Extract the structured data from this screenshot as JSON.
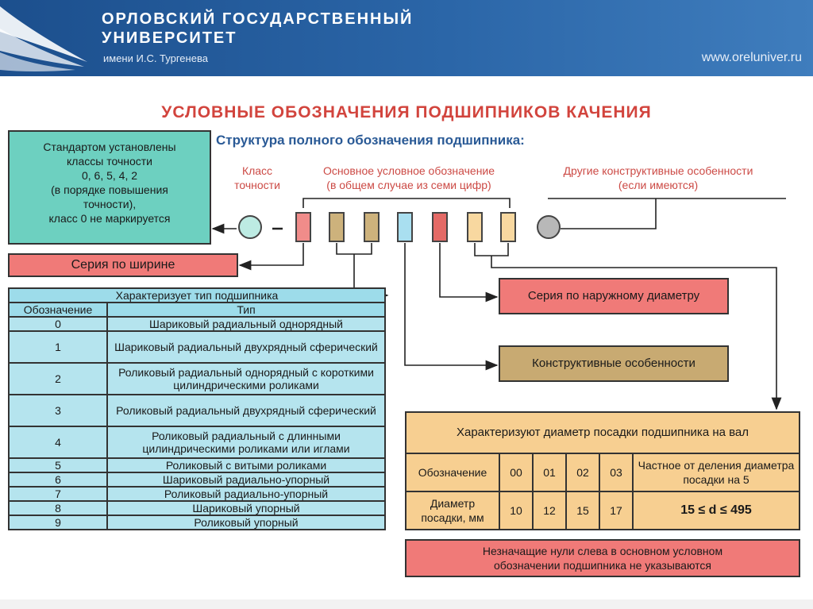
{
  "header": {
    "univ_line1": "ОРЛОВСКИЙ ГОСУДАРСТВЕННЫЙ",
    "univ_line2": "УНИВЕРСИТЕТ",
    "univ_sub": "имени И.С. Тургенева",
    "site": "www.oreluniver.ru",
    "logo_icon": "wing-logo-icon"
  },
  "title": "УСЛОВНЫЕ ОБОЗНАЧЕНИЯ ПОДШИПНИКОВ КАЧЕНИЯ",
  "subtitle": "Структура полного обозначения подшипника:",
  "standard_box": [
    "Стандартом установлены",
    "классы точности",
    "0, 6, 5, 4, 2",
    "(в порядке повышения",
    "точности),",
    "класс 0 не маркируется"
  ],
  "labels": {
    "klass": [
      "Класс",
      "точности"
    ],
    "osnovnoe": [
      "Основное условное обозначение",
      "(в общем случае из семи цифр)"
    ],
    "drugie": [
      "Другие конструктивные особенности",
      "(если имеются)"
    ]
  },
  "seriya_shirina": "Серия по ширине",
  "seriya_naruzh": "Серия по наружному диаметру",
  "konstr": "Конструктивные особенности",
  "type_table": {
    "caption": "Характеризует тип подшипника",
    "headers": [
      "Обозначение",
      "Тип"
    ],
    "rows": [
      [
        "0",
        "Шариковый радиальный однорядный"
      ],
      [
        "1",
        "Шариковый радиальный двухрядный сферический"
      ],
      [
        "2",
        "Роликовый радиальный однорядный с короткими цилиндрическими роликами"
      ],
      [
        "3",
        "Роликовый радиальный двухрядный сферический"
      ],
      [
        "4",
        "Роликовый радиальный с длинными цилиндрическими роликами или иглами"
      ],
      [
        "5",
        "Роликовый с витыми роликами"
      ],
      [
        "6",
        "Шариковый радиально-упорный"
      ],
      [
        "7",
        "Роликовый радиально-упорный"
      ],
      [
        "8",
        "Шариковый упорный"
      ],
      [
        "9",
        "Роликовый упорный"
      ]
    ]
  },
  "seat_table": {
    "caption": "Характеризуют диаметр посадки подшипника на вал",
    "row1": [
      "Обозначение",
      "00",
      "01",
      "02",
      "03",
      "Частное от деления диаметра посадки на 5"
    ],
    "row2": [
      "Диаметр посадки, мм",
      "10",
      "12",
      "15",
      "17",
      "15 ≤ d ≤ 495"
    ]
  },
  "note": [
    "Незначащие нули слева в основном условном",
    "обозначении подшипника не указываются"
  ],
  "colors": {
    "header": "#1c4f8d",
    "title": "#d2443d",
    "teal": "#6dd0c0",
    "salmon": "#f07a78",
    "tan": "#c8aa72",
    "light_blue": "#b5e4ee",
    "peach": "#f7cf91"
  }
}
